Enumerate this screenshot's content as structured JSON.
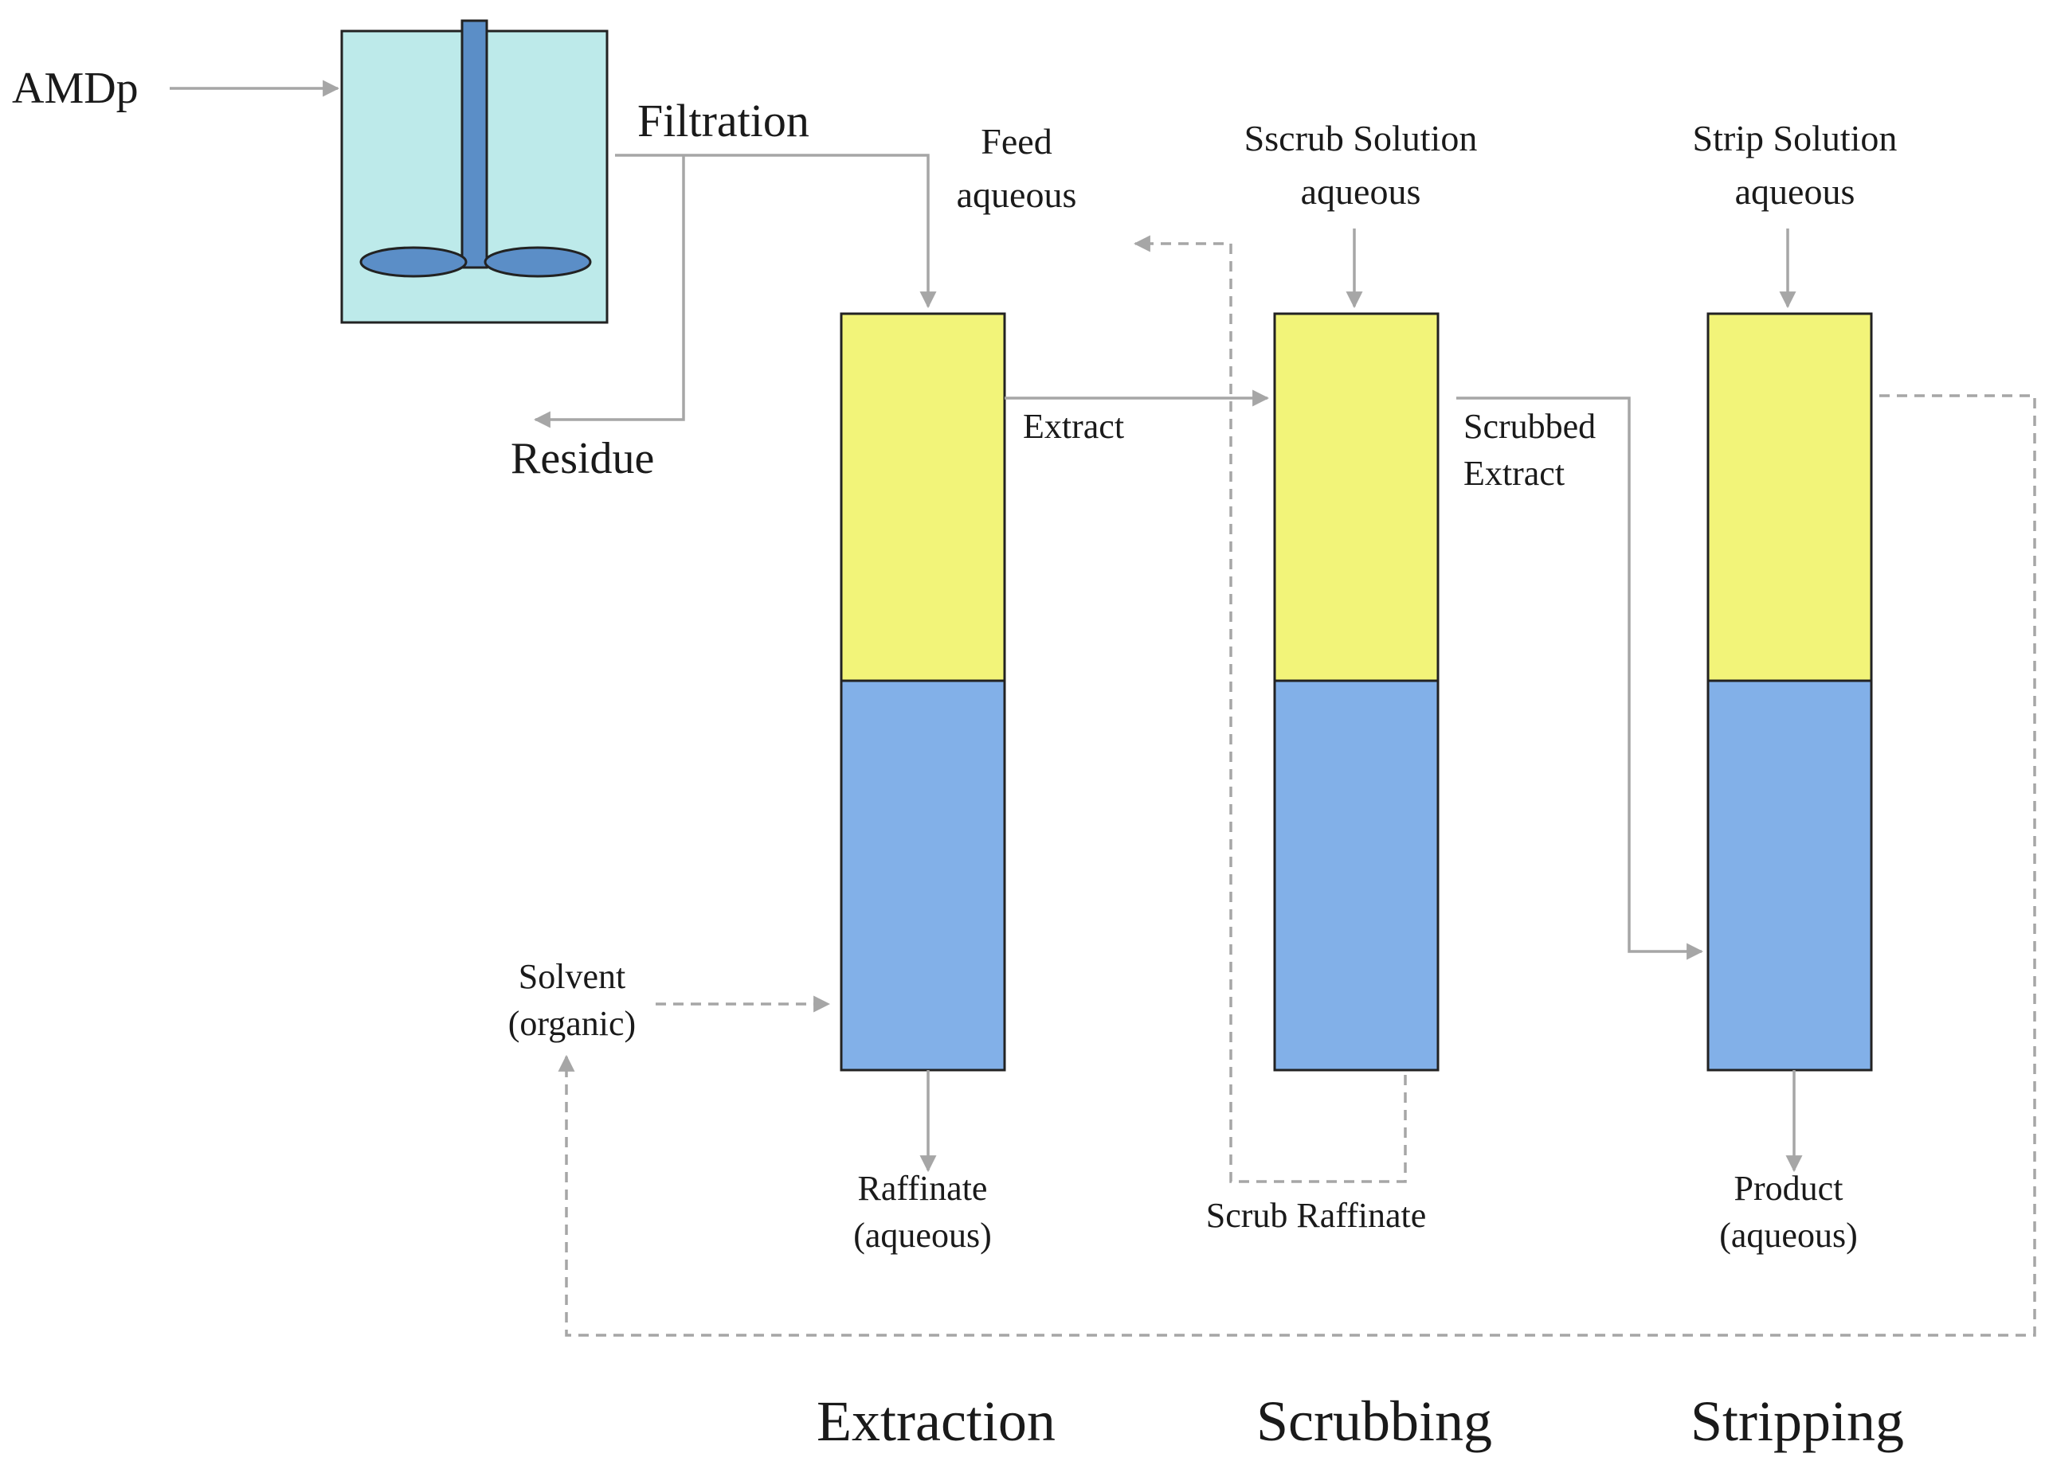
{
  "colors": {
    "tank_fill": "#bdeaea",
    "impeller": "#5b8ec7",
    "organic_phase": "#f2f479",
    "aqueous_phase": "#82b0e8",
    "flow_line": "#a6a6a6"
  },
  "labels": {
    "amdp": "AMDp",
    "filtration": "Filtration",
    "residue": "Residue",
    "feed_line1": "Feed",
    "feed_line2": "aqueous",
    "scrub_solution_line1": "Sscrub Solution",
    "scrub_solution_line2": "aqueous",
    "strip_solution_line1": "Strip Solution",
    "strip_solution_line2": "aqueous",
    "extract": "Extract",
    "scrubbed_extract_line1": "Scrubbed",
    "scrubbed_extract_line2": "Extract",
    "solvent_line1": "Solvent",
    "solvent_line2": "(organic)",
    "raffinate_line1": "Raffinate",
    "raffinate_line2": "(aqueous)",
    "scrub_raffinate": "Scrub Raffinate",
    "product_line1": "Product",
    "product_line2": "(aqueous)"
  },
  "stages": {
    "extraction": "Extraction",
    "scrubbing": "Scrubbing",
    "stripping": "Stripping"
  }
}
